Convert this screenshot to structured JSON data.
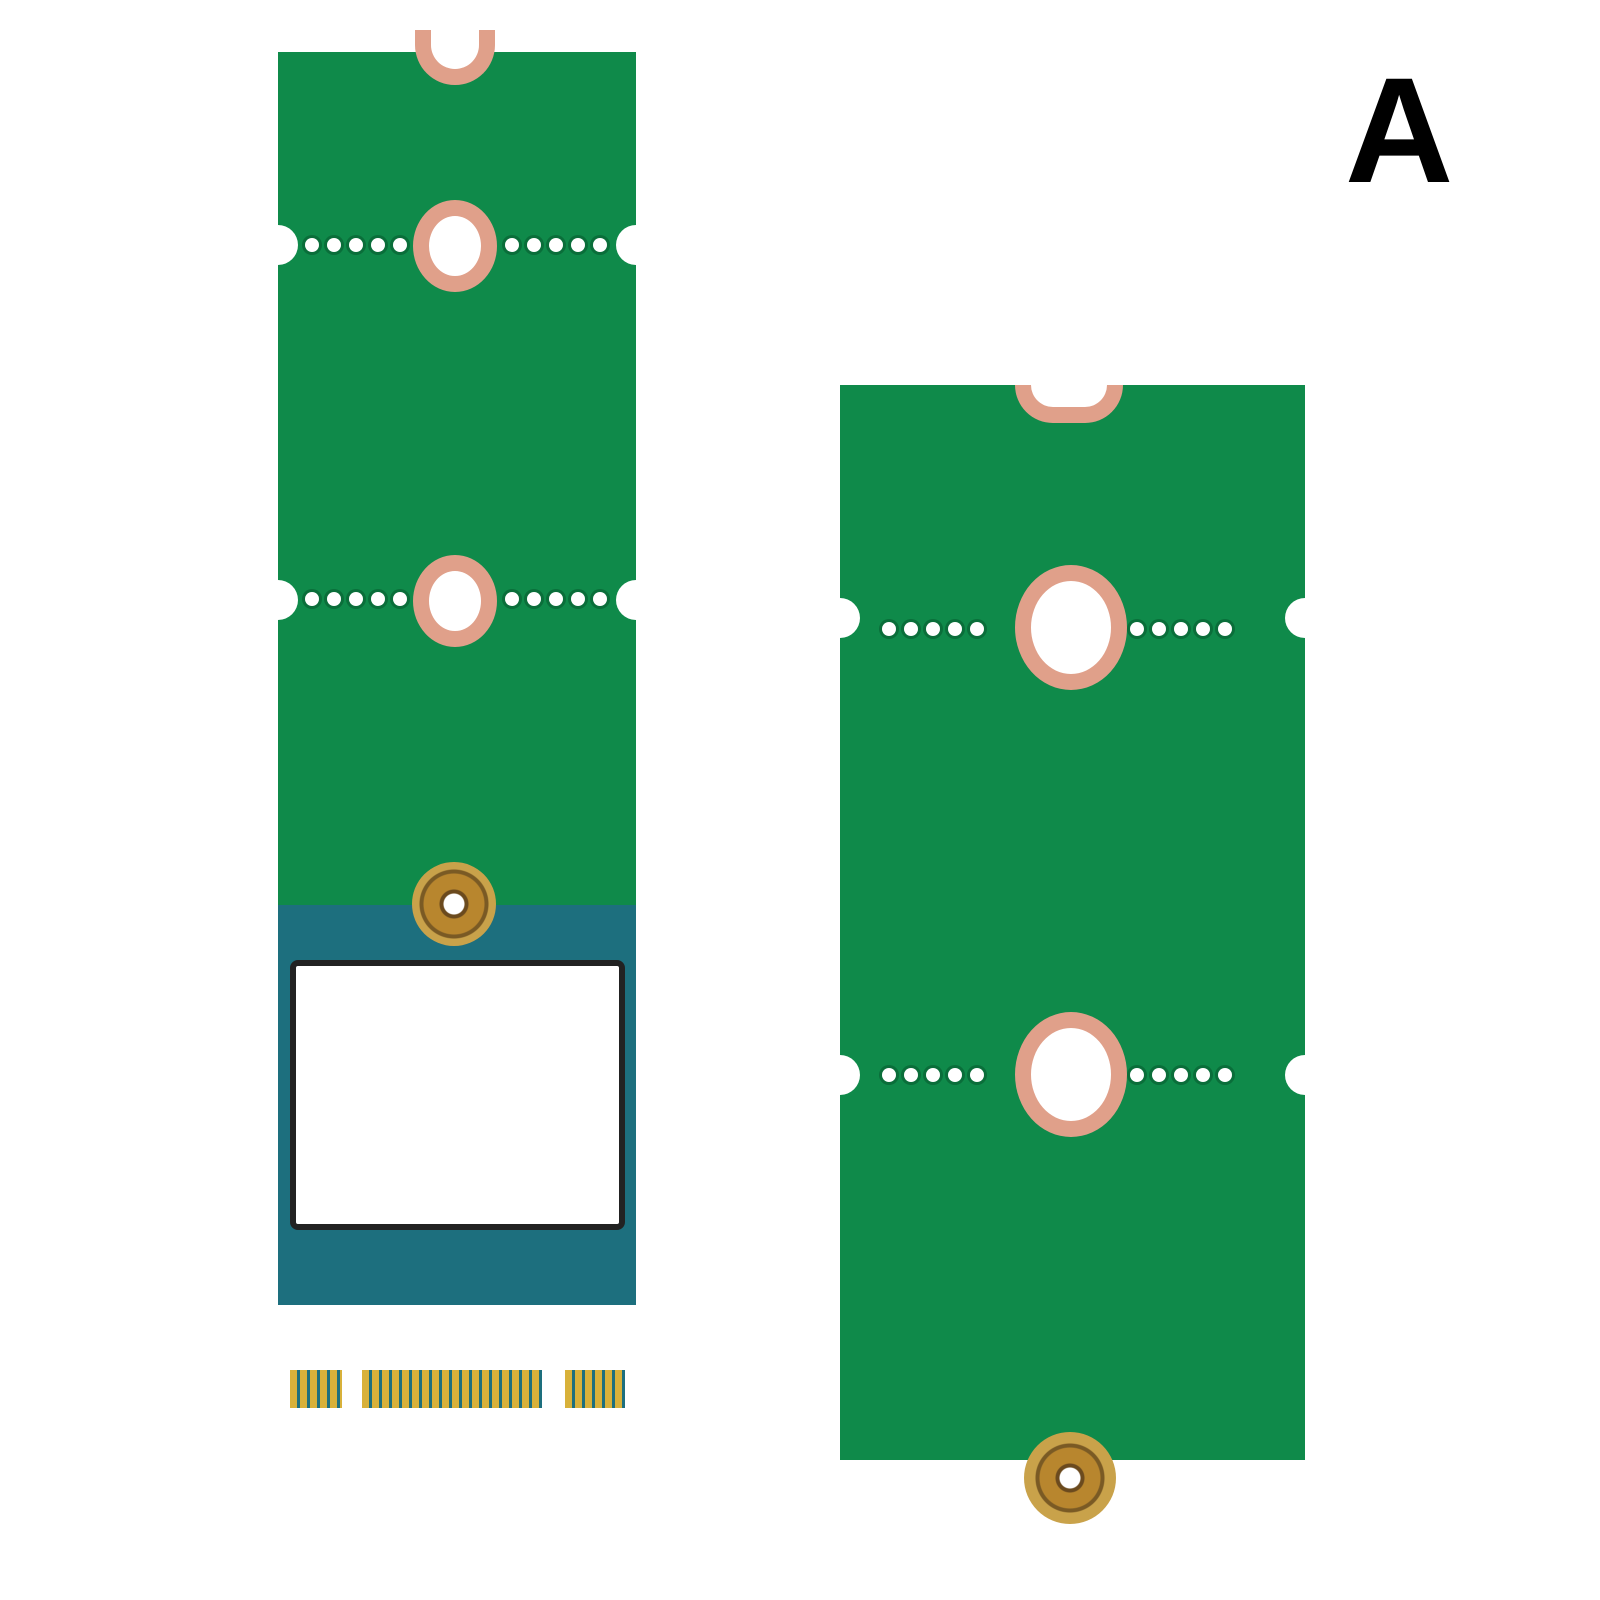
{
  "image": {
    "description": "Product photo of two M.2 extension adapter PCBs (green) with mounting holes, one with an M.2 2230 card installed",
    "corner_label": "A",
    "colors": {
      "pcb_green": "#0f8a4a",
      "copper_ring": "#e0a08a",
      "card_blue": "#1d6f7e",
      "gold_fingers": "#d8b13a"
    },
    "boards": [
      {
        "name": "left-adapter-with-card",
        "mount_holes": 3,
        "has_card": true
      },
      {
        "name": "right-adapter",
        "mount_holes": 3,
        "has_card": false
      }
    ]
  }
}
